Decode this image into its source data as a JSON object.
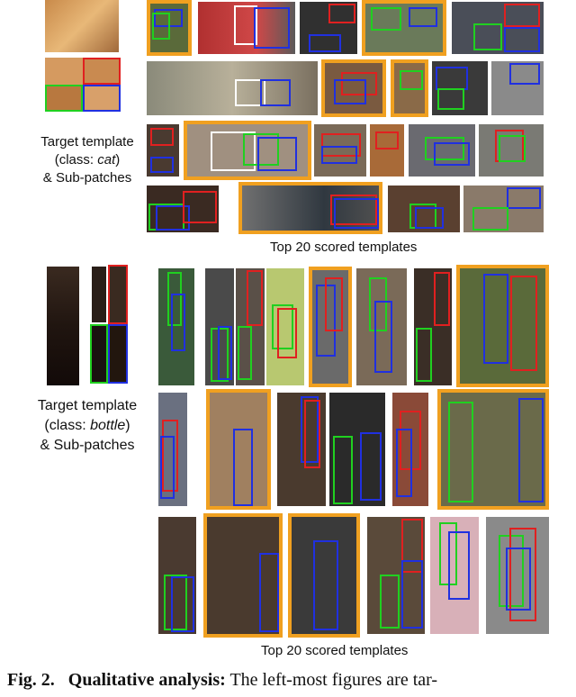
{
  "top_section": {
    "target_label_line1": "Target template",
    "target_label_line2_prefix": "(class: ",
    "target_label_class": "cat",
    "target_label_line2_suffix": ")",
    "target_label_line3": "& Sub-patches",
    "results_caption": "Top 20 scored templates"
  },
  "bottom_section": {
    "target_label_line1": "Target template",
    "target_label_line2_prefix": "(class: ",
    "target_label_class": "bottle",
    "target_label_line2_suffix": ")",
    "target_label_line3": "& Sub-patches",
    "results_caption": "Top 20 scored templates"
  },
  "figure_caption": {
    "label": "Fig. 2.",
    "bold": "Qualitative analysis:",
    "text": "The left-most figures are tar-"
  },
  "colors": {
    "highlight": "#f0a020",
    "box_red": "#e02020",
    "box_green": "#20d020",
    "box_blue": "#2030e0",
    "box_white": "#ffffff"
  }
}
